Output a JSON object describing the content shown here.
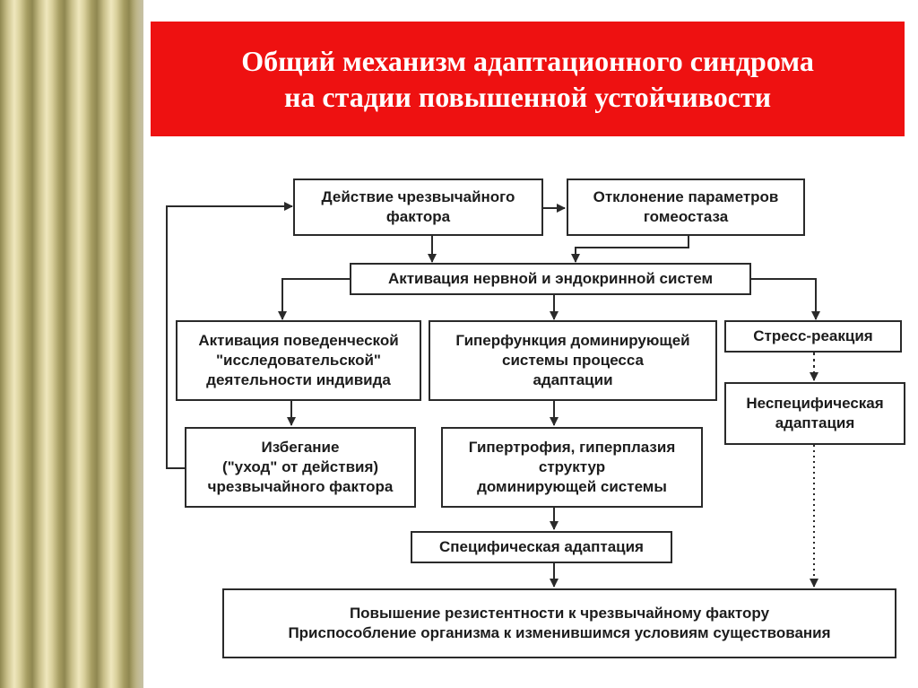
{
  "title": {
    "line1": "Общий механизм адаптационного синдрома",
    "line2": "на стадии повышенной устойчивости"
  },
  "boxes": {
    "action": {
      "line1": "Действие чрезвычайного",
      "line2": "фактора"
    },
    "deviation": {
      "line1": "Отклонение параметров",
      "line2": "гомеостаза"
    },
    "activation_nervous": {
      "line1": "Активация нервной и эндокринной систем"
    },
    "behavior": {
      "line1": "Активация поведенческой",
      "line2": "\"исследовательской\"",
      "line3": "деятельности индивида"
    },
    "hyperfunction": {
      "line1": "Гиперфункция доминирующей",
      "line2": "системы процесса",
      "line3": "адаптации"
    },
    "stress": {
      "line1": "Стресс-реакция"
    },
    "avoidance": {
      "line1": "Избегание",
      "line2": "(\"уход\" от действия)",
      "line3": "чрезвычайного фактора"
    },
    "hypertrophy": {
      "line1": "Гипертрофия, гиперплазия",
      "line2": "структур",
      "line3": "доминирующей системы"
    },
    "nonspecific": {
      "line1": "Неспецифическая",
      "line2": "адаптация"
    },
    "specific": {
      "line1": "Специфическая адаптация"
    },
    "resistance": {
      "line1": "Повышение резистентности к чрезвычайному фактору",
      "line2": "Приспособление организма к изменившимся условиям существования"
    }
  },
  "colors": {
    "title_bg": "#ee1111",
    "title_text": "#ffffff",
    "line": "#2a2a2a"
  }
}
